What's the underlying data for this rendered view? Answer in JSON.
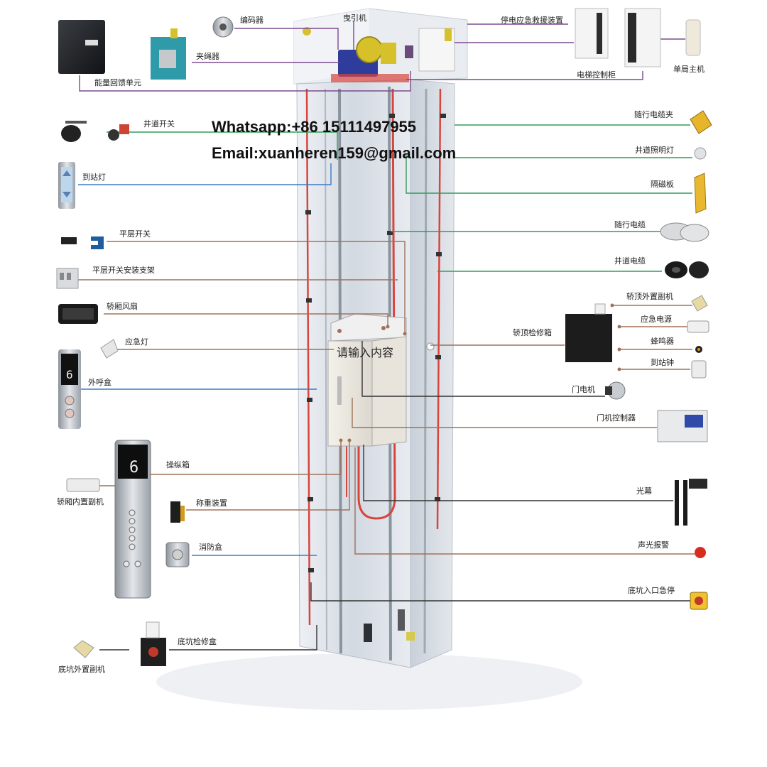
{
  "contact": {
    "whatsapp": "Whatsapp:+86 15111497955",
    "email": "Email:xuanheren159@gmail.com"
  },
  "center_note": "请输入内容",
  "labels": {
    "encoder": "编码器",
    "traction_machine": "曳引机",
    "emergency_rescue": "停电应急救援装置",
    "controller_cabinet": "电梯控制柜",
    "single_host": "单局主机",
    "energy_feedback": "能量回馈单元",
    "rope_gripper": "夹绳器",
    "shaft_switch": "井道开关",
    "arrival_lamp": "到站灯",
    "leveling_switch": "平层开关",
    "leveling_bracket": "平层开关安装支架",
    "car_fan": "轿厢风扇",
    "emergency_light": "应急灯",
    "hall_call": "外呼盒",
    "cop": "操纵箱",
    "car_sub_unit": "轿厢内置副机",
    "load_weighing": "称重装置",
    "fire_box": "消防盒",
    "pit_box": "底坑检修盒",
    "pit_sub_unit": "底坑外置副机",
    "cable_clamp": "随行电缆夹",
    "shaft_light": "井道照明灯",
    "magnet_plate": "隔磁板",
    "travel_cable": "随行电缆",
    "shaft_cable": "井道电缆",
    "top_sub_unit": "轿顶外置副机",
    "emergency_power": "应急电源",
    "top_inspection": "轿顶检修箱",
    "buzzer": "蜂鸣器",
    "arrival_gong": "到站钟",
    "door_motor": "门电机",
    "door_controller": "门机控制器",
    "light_curtain": "光幕",
    "alarm": "声光报警",
    "pit_stop": "底坑入口急停"
  },
  "displays": {
    "hall_floor": "6",
    "cop_floor": "6"
  },
  "colors": {
    "shaft_glass": "#dde3ea",
    "cable_red": "#d8453d",
    "line_purple": "#7b4a8e",
    "line_green": "#2f9d5c",
    "line_blue": "#3a7cc4",
    "line_brown": "#a0725a",
    "line_dark": "#333333"
  }
}
